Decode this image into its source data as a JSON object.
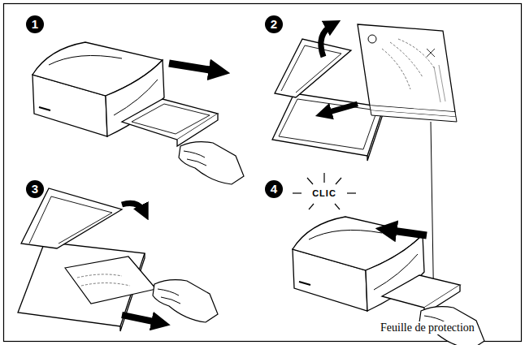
{
  "diagram": {
    "labels": [
      "1",
      "2",
      "3",
      "4",
      "Feuille de protection",
      "CLIC"
    ]
  }
}
